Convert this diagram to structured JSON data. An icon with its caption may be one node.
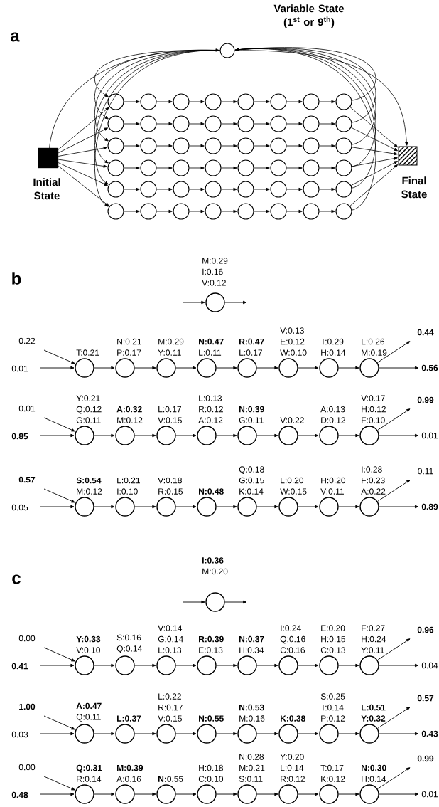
{
  "diagram": {
    "nodes": [
      {
        "text": [
          "Variable State (1$^{st}$ or 9$^{th}$)"
        ]
      },
      {
        "text": [
          "Initial State"
        ]
      },
      {
        "text": [
          "Final State"
        ]
      },
      {
        "text": [],
        "shape": "circle"
      },
      {
        "text": [],
        "shape": "circle"
      },
      {
        "text": [],
        "shape": "circle"
      },
      {
        "text": [],
        "shape": "circle"
      },
      {
        "text": [],
        "shape": "circle"
      },
      {
        "text": [],
        "shape": "circle"
      },
      {
        "text": [],
        "shape": "circle"
      },
      {
        "text": [],
        "shape": "circle"
      },
      {
        "text": [],
        "shape": "circle"
      },
      {
        "text": [],
        "shape": "circle"
      },
      {
        "text": [],
        "shape": "circle"
      },
      {
        "text": [],
        "shape": "circle"
      },
      {
        "text": [],
        "shape": "circle"
      },
      {
        "text": [],
        "shape": "circle"
      },
      {
        "text": [],
        "shape": "circle"
      },
      {
        "text": [],
        "shape": "circle"
      },
      {
        "text": [],
        "shape": "circle"
      },
      {
        "text": [],
        "shape": "circle"
      },
      {
        "text": [],
        "shape": "circle"
      },
      {
        "text": [],
        "shape": "circle"
      },
      {
        "text": [],
        "shape": "circle"
      },
      {
        "text": [],
        "shape": "circle"
      },
      {
        "text": [],
        "shape": "circle"
      },
      {
        "text": [],
        "shape": "circle"
      },
      {
        "text": [],
        "shape": "circle"
      },
      {
        "text": [],
        "shape": "circle"
      },
      {
        "text": [],
        "shape": "circle"
      },
      {
        "text": [],
        "shape": "circle"
      },
      {
        "text": [],
        "shape": "circle"
      },
      {
        "text": [],
        "shape": "circle"
      },
      {
        "text": [],
        "shape": "circle"
      },
      {
        "text": [],
        "shape": "circle"
      },
      {
        "text": [],
        "shape": "circle"
      },
      {
        "text": [],
        "shape": "circle"
      },
      {
        "text": [],
        "shape": "circle"
      },
      {
        "text": [],
        "shape": "circle"
      },
      {
        "text": [],
        "shape": "circle"
      },
      {
        "text": [],
        "shape": "circle"
      },
      {
        "text": [],
        "shape": "circle"
      },
      {
        "text": [],
        "shape": "circle"
      },
      {
        "text": [],
        "shape": "circle"
      },
      {
        "text": [],
        "shape": "circle"
      },
      {
        "text": [],
        "shape": "circle"
      },
      {
        "text": [],
        "shape": "circle"
      },
      {
        "text": [],
        "shape": "circle"
      },
      {
        "text": [],
        "shape": "circle"
      },
      {
        "text": [],
        "shape": "circle"
      },
      {
        "text": [],
        "shape": "circle"
      },
      {
        "text": [
          "M:0.29 I:0.16 V:0.12"
        ]
      },
      {
        "text": [
          "T:0.21"
        ]
      },
      {
        "text": [
          "N:0.21 P:0.17"
        ]
      },
      {
        "text": [
          "M:0.29 Y:0.11"
        ]
      },
      {
        "text": [
          "**N:0.47** L:0.11"
        ]
      },
      {
        "text": [
          "**R:0.47** L:0.17"
        ]
      },
      {
        "text": [
          "V:0.13 E:0.12 W:0.10"
        ]
      },
      {
        "text": [
          "T:0.29 H:0.14"
        ]
      },
      {
        "text": [
          "L:0.26 M:0.19"
        ]
      },
      {
        "text": [
          "Y:0.21 Q:0.12 G:0.11"
        ]
      },
      {
        "text": [
          "**A:0.32** M:0.12"
        ]
      },
      {
        "text": [
          "L:0.17 V:0.15"
        ]
      },
      {
        "text": [
          "L:0.13 R:0.12 A:0.12"
        ]
      },
      {
        "text": [
          "**N:0.39** G:0.11"
        ]
      },
      {
        "text": [
          "V:0.22"
        ]
      },
      {
        "text": [
          "A:0.13 D:0.12"
        ]
      },
      {
        "text": [
          "V:0.17 H:0.12 F:0.10"
        ]
      },
      {
        "text": [
          "**S:0.54** M:0.12"
        ]
      },
      {
        "text": [
          "L:0.21 I:0.10"
        ]
      },
      {
        "text": [
          "V:0.18 R:0.15"
        ]
      },
      {
        "text": [
          "**N:0.48**"
        ]
      },
      {
        "text": [
          "Q:0.18 G:0.15 K:0.14"
        ]
      },
      {
        "text": [
          "L:0.20 W:0.15"
        ]
      },
      {
        "text": [
          "H:0.20 V:0.11"
        ]
      },
      {
        "text": [
          "I:0.28 F:0.23 A:0.22"
        ]
      },
      {
        "text": [
          "**I:0.36** M:0.20"
        ]
      },
      {
        "text": [
          "**Y:0.33** V:0.10"
        ]
      },
      {
        "text": [
          "S:0.16 Q:0.14"
        ]
      },
      {
        "text": [
          "V:0.14 G:0.14 L:0.13"
        ]
      },
      {
        "text": [
          "**R:0.39** E:0.13"
        ]
      },
      {
        "text": [
          "**N:0.37** H:0.34"
        ]
      },
      {
        "text": [
          "I:0.24 Q:0.16 C:0.16"
        ]
      },
      {
        "text": [
          "E:0.20 H:0.15 C:0.13"
        ]
      },
      {
        "text": [
          "F:0.27 H:0.24 Y:0.11"
        ]
      },
      {
        "text": [
          "**A:0.47** Q:0.11"
        ]
      },
      {
        "text": [
          "**L:0.37**"
        ]
      },
      {
        "text": [
          "L:0.22 R:0.17 V:0.15"
        ]
      },
      {
        "text": [
          "**N:0.55**"
        ]
      },
      {
        "text": [
          "**N:0.53** M:0.16"
        ]
      },
      {
        "text": [
          "**K:0.38**"
        ]
      },
      {
        "text": [
          "S:0.25 T:0.14 P:0.12"
        ]
      },
      {
        "text": [
          "**L:0.51** **Y:0.32**"
        ]
      },
      {
        "text": [
          "**Q:0.31** R:0.14"
        ]
      },
      {
        "text": [
          "**M:0.39** A:0.16"
        ]
      },
      {
        "text": [
          "**N:0.55**"
        ]
      },
      {
        "text": [
          "H:0.18 C:0.10"
        ]
      },
      {
        "text": [
          "N:0.28 M:0.21 S:0.11"
        ]
      },
      {
        "text": [
          "Y:0.20 L:0.14 R:0.12"
        ]
      },
      {
        "text": [
          "T:0.17 K:0.12"
        ]
      },
      {
        "text": [
          "**N:0.30** H:0.14"
        ]
      }
    ],
    "edges": [
      {
        "from": 3,
        "to": 4,
        "arrow": "to"
      },
      {
        "from": 4,
        "to": 5,
        "arrow": "to"
      },
      {
        "from": 5,
        "to": 6,
        "arrow": "to"
      },
      {
        "from": 6,
        "to": 7,
        "arrow": "to"
      },
      {
        "from": 7,
        "to": 8,
        "arrow": "to"
      },
      {
        "from": 8,
        "to": 9,
        "arrow": "to"
      },
      {
        "from": 9,
        "to": 10,
        "arrow": "to"
      },
      {
        "from": 11,
        "to": 12,
        "arrow": "to"
      },
      {
        "from": 12,
        "to": 13,
        "arrow": "to"
      },
      {
        "from": 13,
        "to": 14,
        "arrow": "to"
      },
      {
        "from": 14,
        "to": 15,
        "arrow": "to"
      },
      {
        "from": 15,
        "to": 16,
        "arrow": "to"
      },
      {
        "from": 16,
        "to": 17,
        "arrow": "to"
      },
      {
        "from": 17,
        "to": 18,
        "arrow": "to"
      },
      {
        "from": 19,
        "to": 20,
        "arrow": "to"
      },
      {
        "from": 20,
        "to": 21,
        "arrow": "to"
      },
      {
        "from": 21,
        "to": 22,
        "arrow": "to"
      },
      {
        "from": 22,
        "to": 23,
        "arrow": "to"
      },
      {
        "from": 23,
        "to": 24,
        "arrow": "to"
      },
      {
        "from": 24,
        "to": 25,
        "arrow": "to"
      },
      {
        "from": 25,
        "to": 26,
        "arrow": "to"
      },
      {
        "from": 27,
        "to": 28,
        "arrow": "to"
      },
      {
        "from": 28,
        "to": 29,
        "arrow": "to"
      },
      {
        "from": 29,
        "to": 30,
        "arrow": "to"
      },
      {
        "from": 30,
        "to": 31,
        "arrow": "to"
      },
      {
        "from": 31,
        "to": 32,
        "arrow": "to"
      },
      {
        "from": 32,
        "to": 33,
        "arrow": "to"
      },
      {
        "from": 33,
        "to": 34,
        "arrow": "to"
      },
      {
        "from": 35,
        "to": 36,
        "arrow": "to"
      },
      {
        "from": 36,
        "to": 37,
        "arrow": "to"
      },
      {
        "from": 37,
        "to": 38,
        "arrow": "to"
      },
      {
        "from": 38,
        "to": 39,
        "arrow": "to"
      },
      {
        "from": 39,
        "to": 40,
        "arrow": "to"
      },
      {
        "from": 40,
        "to": 41,
        "arrow": "to"
      },
      {
        "from": 41,
        "to": 42,
        "arrow": "to"
      },
      {
        "from": 43,
        "to": 44,
        "arrow": "to"
      },
      {
        "from": 44,
        "to": 45,
        "arrow": "to"
      },
      {
        "from": 45,
        "to": 46,
        "arrow": "to"
      },
      {
        "from": 46,
        "to": 47,
        "arrow": "to"
      },
      {
        "from": 47,
        "to": 48,
        "arrow": "to"
      },
      {
        "from": 48,
        "to": 49,
        "arrow": "to"
      },
      {
        "from": 49,
        "to": 50,
        "arrow": "to"
      },
      {
        "from": 1,
        "to": 3,
        "arrow": "to"
      },
      {
        "from": 1,
        "to": 11,
        "arrow": "to"
      },
      {
        "from": 1,
        "to": 19,
        "arrow": "to"
      },
      {
        "from": 1,
        "to": 27,
        "arrow": "to"
      },
      {
        "from": 1,
        "to": 35,
        "arrow": "to"
      },
      {
        "from": 1,
        "to": 43,
        "arrow": "to"
      },
      {
        "from": 1,
        "to": 0,
        "arrow": "to"
      },
      {
        "from": 0,
        "to": 3,
        "arrow": "to"
      },
      {
        "from": 0,
        "to": 11,
        "arrow": "to"
      },
      {
        "from": 0,
        "to": 19,
        "arrow": "to"
      },
      {
        "from": 0,
        "to": 27,
        "arrow": "to"
      },
      {
        "from": 0,
        "to": 35,
        "arrow": "to"
      },
      {
        "from": 0,
        "to": 43,
        "arrow": "to"
      },
      {
        "from": 10,
        "to": 0,
        "arrow": "to"
      },
      {
        "from": 18,
        "to": 0,
        "arrow": "to"
      },
      {
        "from": 26,
        "to": 0,
        "arrow": "to"
      },
      {
        "from": 34,
        "to": 0,
        "arrow": "to"
      },
      {
        "from": 42,
        "to": 0,
        "arrow": "to"
      },
      {
        "from": 50,
        "to": 0,
        "arrow": "to"
      },
      {
        "from": 10,
        "to": 2,
        "arrow": "to"
      },
      {
        "from": 18,
        "to": 2,
        "arrow": "to"
      },
      {
        "from": 26,
        "to": 2,
        "arrow": "to"
      },
      {
        "from": 34,
        "to": 2,
        "arrow": "to"
      },
      {
        "from": 42,
        "to": 2,
        "arrow": "to"
      },
      {
        "from": 50,
        "to": 2,
        "arrow": "to"
      },
      {
        "from": 0,
        "to": 2,
        "arrow": "to"
      },
      {
        "from": null,
        "to": 51,
        "arrow": "to"
      },
      {
        "from": 51,
        "to": null,
        "arrow": "to"
      },
      {
        "from": null,
        "to": 52,
        "arrow": "to",
        "label": "0.22"
      },
      {
        "from": null,
        "to": 52,
        "arrow": "to",
        "label": "0.01"
      },
      {
        "from": 52,
        "to": 53,
        "arrow": "to"
      },
      {
        "from": 53,
        "to": 54,
        "arrow": "to"
      },
      {
        "from": 54,
        "to": 55,
        "arrow": "to"
      },
      {
        "from": 55,
        "to": 56,
        "arrow": "to"
      },
      {
        "from": 56,
        "to": 57,
        "arrow": "to"
      },
      {
        "from": 57,
        "to": 58,
        "arrow": "to"
      },
      {
        "from": 58,
        "to": 59,
        "arrow": "to"
      },
      {
        "from": 59,
        "to": null,
        "arrow": "to",
        "label": "**0.44**"
      },
      {
        "from": 59,
        "to": null,
        "arrow": "to",
        "label": "**0.56**"
      },
      {
        "from": null,
        "to": 60,
        "arrow": "to",
        "label": "0.01"
      },
      {
        "from": null,
        "to": 60,
        "arrow": "to",
        "label": "**0.85**"
      },
      {
        "from": 60,
        "to": 61,
        "arrow": "to"
      },
      {
        "from": 61,
        "to": 62,
        "arrow": "to"
      },
      {
        "from": 62,
        "to": 63,
        "arrow": "to"
      },
      {
        "from": 63,
        "to": 64,
        "arrow": "to"
      },
      {
        "from": 64,
        "to": 65,
        "arrow": "to"
      },
      {
        "from": 65,
        "to": 66,
        "arrow": "to"
      },
      {
        "from": 66,
        "to": 67,
        "arrow": "to"
      },
      {
        "from": 67,
        "to": null,
        "arrow": "to",
        "label": "**0.99**"
      },
      {
        "from": 67,
        "to": null,
        "arrow": "to",
        "label": "0.01"
      },
      {
        "from": null,
        "to": 68,
        "arrow": "to",
        "label": "**0.57**"
      },
      {
        "from": null,
        "to": 68,
        "arrow": "to",
        "label": "0.05"
      },
      {
        "from": 68,
        "to": 69,
        "arrow": "to"
      },
      {
        "from": 69,
        "to": 70,
        "arrow": "to"
      },
      {
        "from": 70,
        "to": 71,
        "arrow": "to"
      },
      {
        "from": 71,
        "to": 72,
        "arrow": "to"
      },
      {
        "from": 72,
        "to": 73,
        "arrow": "to"
      },
      {
        "from": 73,
        "to": 74,
        "arrow": "to"
      },
      {
        "from": 74,
        "to": 75,
        "arrow": "to"
      },
      {
        "from": 75,
        "to": null,
        "arrow": "to",
        "label": "0.11"
      },
      {
        "from": 75,
        "to": null,
        "arrow": "to",
        "label": "**0.89**"
      },
      {
        "from": null,
        "to": 76,
        "arrow": "to"
      },
      {
        "from": 76,
        "to": null,
        "arrow": "to"
      },
      {
        "from": null,
        "to": 77,
        "arrow": "to",
        "label": "0.00"
      },
      {
        "from": null,
        "to": 77,
        "arrow": "to",
        "label": "**0.41**"
      },
      {
        "from": 77,
        "to": 78,
        "arrow": "to"
      },
      {
        "from": 78,
        "to": 79,
        "arrow": "to"
      },
      {
        "from": 79,
        "to": 80,
        "arrow": "to"
      },
      {
        "from": 80,
        "to": 81,
        "arrow": "to"
      },
      {
        "from": 81,
        "to": 82,
        "arrow": "to"
      },
      {
        "from": 82,
        "to": 83,
        "arrow": "to"
      },
      {
        "from": 83,
        "to": 84,
        "arrow": "to"
      },
      {
        "from": 84,
        "to": null,
        "arrow": "to",
        "label": "**0.96**"
      },
      {
        "from": 84,
        "to": null,
        "arrow": "to",
        "label": "0.04"
      },
      {
        "from": null,
        "to": 85,
        "arrow": "to",
        "label": "**1.00**"
      },
      {
        "from": null,
        "to": 85,
        "arrow": "to",
        "label": "0.03"
      },
      {
        "from": 85,
        "to": 86,
        "arrow": "to"
      },
      {
        "from": 86,
        "to": 87,
        "arrow": "to"
      },
      {
        "from": 87,
        "to": 88,
        "arrow": "to"
      },
      {
        "from": 88,
        "to": 89,
        "arrow": "to"
      },
      {
        "from": 89,
        "to": 90,
        "arrow": "to"
      },
      {
        "from": 90,
        "to": 91,
        "arrow": "to"
      },
      {
        "from": 91,
        "to": 92,
        "arrow": "to"
      },
      {
        "from": 92,
        "to": null,
        "arrow": "to",
        "label": "**0.57**"
      },
      {
        "from": 92,
        "to": null,
        "arrow": "to",
        "label": "**0.43**"
      },
      {
        "from": null,
        "to": 93,
        "arrow": "to",
        "label": "0.00"
      },
      {
        "from": null,
        "to": 93,
        "arrow": "to",
        "label": "**0.48**"
      },
      {
        "from": 93,
        "to": 94,
        "arrow": "to"
      },
      {
        "from": 94,
        "to": 95,
        "arrow": "to"
      },
      {
        "from": 95,
        "to": 96,
        "arrow": "to"
      },
      {
        "from": 96,
        "to": 97,
        "arrow": "to"
      },
      {
        "from": 97,
        "to": 98,
        "arrow": "to"
      },
      {
        "from": 98,
        "to": 99,
        "arrow": "to"
      },
      {
        "from": 99,
        "to": 100,
        "arrow": "to"
      },
      {
        "from": 100,
        "to": null,
        "arrow": "to",
        "label": "**0.99**"
      },
      {
        "from": 100,
        "to": null,
        "arrow": "to",
        "label": "0.01"
      }
    ],
    "labels": [
      "a",
      "b",
      "c"
    ]
  }
}
